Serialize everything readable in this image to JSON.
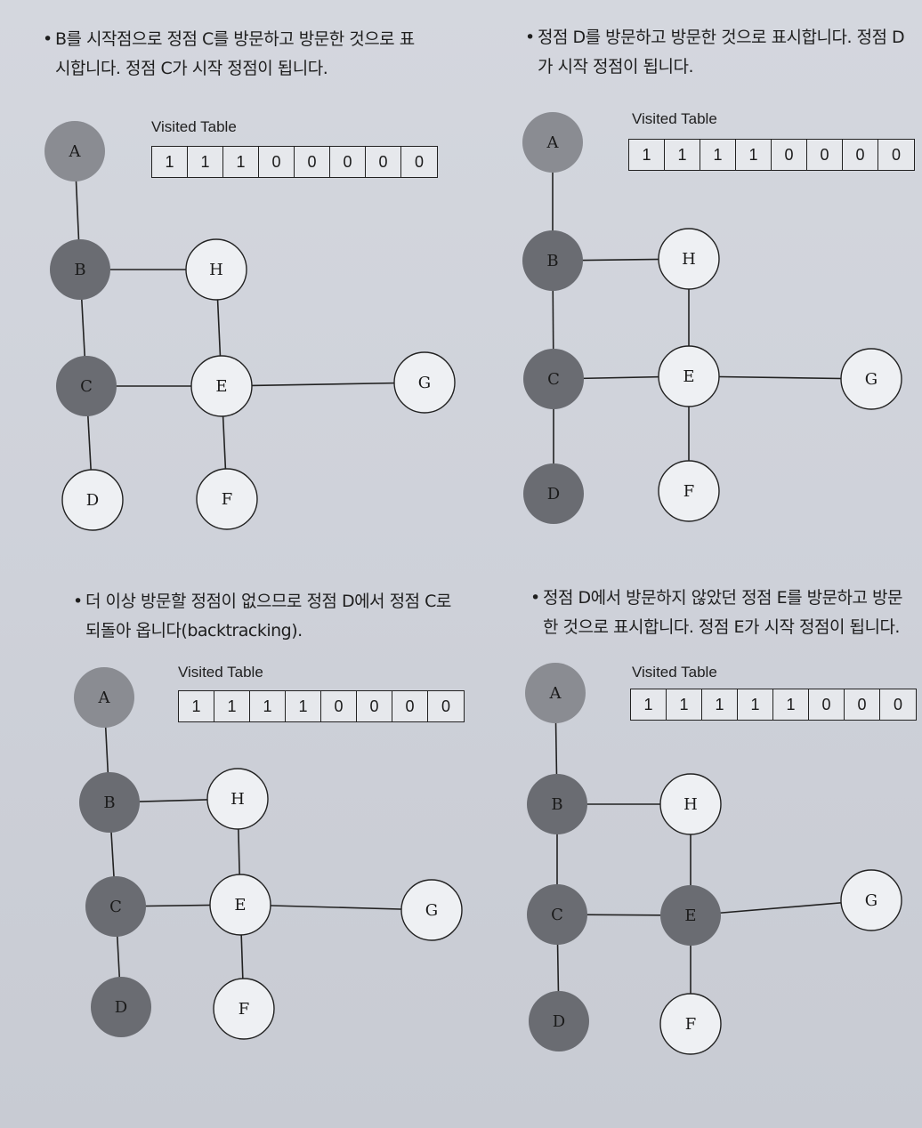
{
  "table_label": "Visited Table",
  "colors": {
    "visited": "#6a6c72",
    "visited_light": "#8a8c92",
    "unvisited": "#eef0f3",
    "edge": "#222222"
  },
  "panels": [
    {
      "caption_lines": [
        "B를 시작점으로 정점 C를 방문하고 방문한 것으로 표",
        "시합니다. 정점 C가 시작 정점이 됩니다."
      ],
      "visited_table": [
        "1",
        "1",
        "1",
        "0",
        "0",
        "0",
        "0",
        "0"
      ],
      "nodes": {
        "A": {
          "label": "A",
          "visited": true
        },
        "B": {
          "label": "B",
          "visited": true
        },
        "C": {
          "label": "C",
          "visited": true
        },
        "D": {
          "label": "D",
          "visited": false
        },
        "E": {
          "label": "E",
          "visited": false
        },
        "F": {
          "label": "F",
          "visited": false
        },
        "G": {
          "label": "G",
          "visited": false
        },
        "H": {
          "label": "H",
          "visited": false
        }
      }
    },
    {
      "caption_lines": [
        "정점 D를 방문하고 방문한 것으로 표시합니다. 정점 D",
        "가 시작 정점이 됩니다."
      ],
      "visited_table": [
        "1",
        "1",
        "1",
        "1",
        "0",
        "0",
        "0",
        "0"
      ],
      "nodes": {
        "A": {
          "label": "A",
          "visited": true
        },
        "B": {
          "label": "B",
          "visited": true
        },
        "C": {
          "label": "C",
          "visited": true
        },
        "D": {
          "label": "D",
          "visited": true
        },
        "E": {
          "label": "E",
          "visited": false
        },
        "F": {
          "label": "F",
          "visited": false
        },
        "G": {
          "label": "G",
          "visited": false
        },
        "H": {
          "label": "H",
          "visited": false
        }
      }
    },
    {
      "caption_lines": [
        "더 이상 방문할 정점이 없으므로 정점 D에서 정점 C로",
        "되돌아 옵니다(backtracking)."
      ],
      "visited_table": [
        "1",
        "1",
        "1",
        "1",
        "0",
        "0",
        "0",
        "0"
      ],
      "nodes": {
        "A": {
          "label": "A",
          "visited": true
        },
        "B": {
          "label": "B",
          "visited": true
        },
        "C": {
          "label": "C",
          "visited": true
        },
        "D": {
          "label": "D",
          "visited": true
        },
        "E": {
          "label": "E",
          "visited": false
        },
        "F": {
          "label": "F",
          "visited": false
        },
        "G": {
          "label": "G",
          "visited": false
        },
        "H": {
          "label": "H",
          "visited": false
        }
      }
    },
    {
      "caption_lines": [
        "정점 D에서 방문하지 않았던 정점 E를 방문하고 방문",
        "한 것으로 표시합니다. 정점 E가 시작 정점이 됩니다."
      ],
      "visited_table": [
        "1",
        "1",
        "1",
        "1",
        "1",
        "0",
        "0",
        "0"
      ],
      "nodes": {
        "A": {
          "label": "A",
          "visited": true
        },
        "B": {
          "label": "B",
          "visited": true
        },
        "C": {
          "label": "C",
          "visited": true
        },
        "D": {
          "label": "D",
          "visited": true
        },
        "E": {
          "label": "E",
          "visited": true
        },
        "F": {
          "label": "F",
          "visited": false
        },
        "G": {
          "label": "G",
          "visited": false
        },
        "H": {
          "label": "H",
          "visited": false
        }
      }
    }
  ],
  "edges": [
    [
      "A",
      "B"
    ],
    [
      "B",
      "H"
    ],
    [
      "B",
      "C"
    ],
    [
      "H",
      "E"
    ],
    [
      "C",
      "E"
    ],
    [
      "E",
      "G"
    ],
    [
      "C",
      "D"
    ],
    [
      "E",
      "F"
    ]
  ],
  "bullet": "•"
}
